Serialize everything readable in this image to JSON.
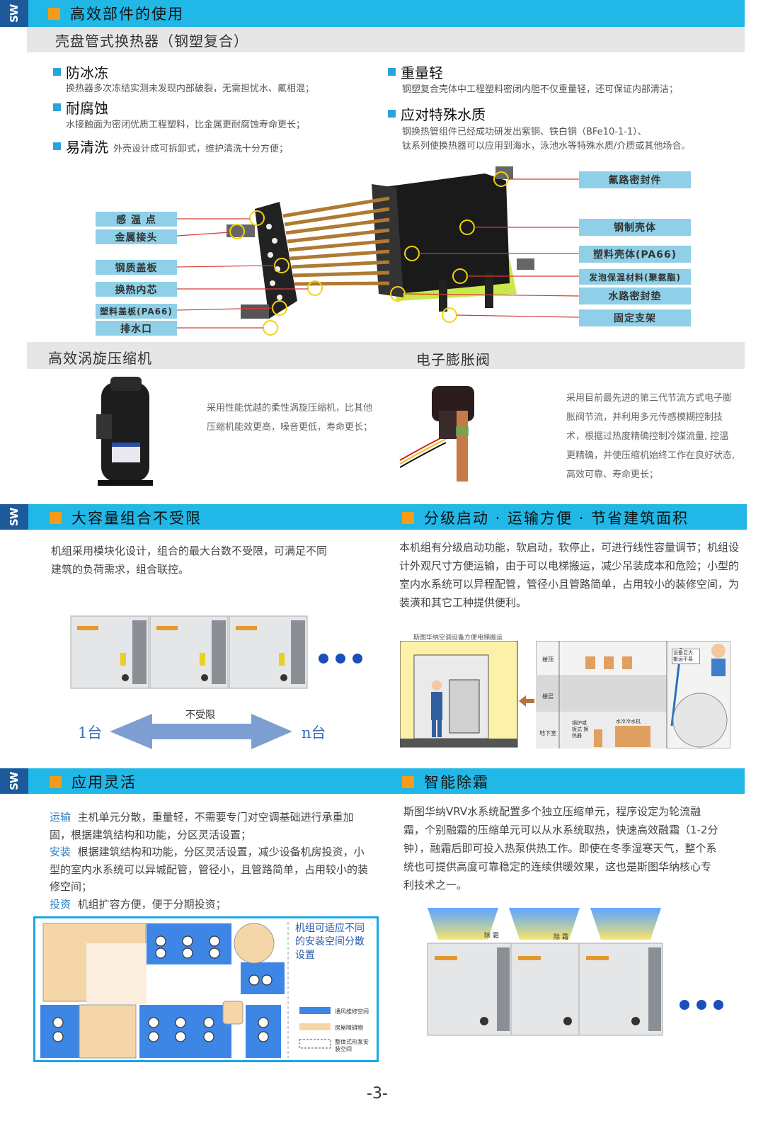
{
  "logo": "SW",
  "sec1": {
    "title": "高效部件的使用",
    "subtitle": "壳盘管式换热器（钢塑复合）",
    "features": [
      {
        "h": "防冰冻",
        "t": "换热器多次冻结实测未发现内部破裂，无需担忧水、氟相混；"
      },
      {
        "h": "耐腐蚀",
        "t": "水接触面为密闭优质工程塑料，比金属更耐腐蚀寿命更长；"
      },
      {
        "h": "易清洗",
        "t": "外壳设计成可拆卸式，维护清洗十分方便；"
      },
      {
        "h": "重量轻",
        "t": "钢塑复合壳体中工程塑料密闭内胆不仅重量轻，还可保证内部清洁；"
      },
      {
        "h": "应对特殊水质",
        "t1": "钢换热管组件已经成功研发出紫铜、铁白铜（BFe10-1-1）、",
        "t2": "钛系列使换热器可以应用到海水，泳池水等特殊水质/介质或其他场合。"
      }
    ],
    "labels_left": [
      "感 温 点",
      "金属接头",
      "钢质盖板",
      "换热内芯",
      "塑料盖板(PA66)",
      "排水口"
    ],
    "labels_right": [
      "氟路密封件",
      "钢制壳体",
      "塑料壳体(PA66)",
      "发泡保温材料(聚氨酯)",
      "水路密封垫",
      "固定支架"
    ]
  },
  "sec2": {
    "left_title": "高效涡旋压缩机",
    "right_title": "电子膨胀阀",
    "left_text": "采用性能优越的柔性涡旋压缩机，比其他压缩机能效更高，噪音更低，寿命更长；",
    "right_text": "采用目前最先进的第三代节流方式电子膨胀阀节流，并利用多元传感模糊控制技术，根据过热度精确控制冷媒流量, 控温更精确，并使压缩机始终工作在良好状态, 高效可靠、寿命更长；"
  },
  "sec3": {
    "left_title": "大容量组合不受限",
    "right_title": "分级启动 · 运输方便 · 节省建筑面积",
    "left_text": "机组采用模块化设计，组合的最大台数不受限，可满足不同建筑的负荷需求，组合联控。",
    "right_text": "本机组有分级启动功能，软启动，软停止，可进行线性容量调节；机组设计外观尺寸方便运输，由于可以电梯搬运，减少吊装成本和危险；小型的室内水系统可以异程配管，管径小且管路简单，占用较小的装修空间，为装潢和其它工种提供便利。",
    "arrow_label": "不受限",
    "arrow_left": "1台",
    "arrow_right": "n台",
    "elevator_caption": "斯图华纳空调设备方便电梯搬运",
    "floor_top": "楼顶",
    "floor_mid": "楼层",
    "floor_base": "地下室",
    "bubble": "设备巨大 搬运不易",
    "boiler": "锅炉或 板式 换热器",
    "chiller": "水冷冷水机"
  },
  "sec4": {
    "left_title": "应用灵活",
    "right_title": "智能除霜",
    "lines": [
      {
        "k": "运输",
        "t": "主机单元分散，重量轻，不需要专门对空调基础进行承重加固，根据建筑结构和功能，分区灵活设置；"
      },
      {
        "k": "安装",
        "t": "根据建筑结构和功能，分区灵活设置，减少设备机房投资，小型的室内水系统可以异城配管，管径小，且管路简单，占用较小的装修空间；"
      },
      {
        "k": "投资",
        "t": "机组扩容方便，便于分期投资；"
      }
    ],
    "right_text": "斯图华纳VRV水系统配置多个独立压缩单元，程序设定为轮流融霜，个别融霜的压缩单元可以从水系统取热，快速高效融霜（1-2分钟），融霜后即可投入热泵供热工作。即使在冬季湿寒天气，整个系统也可提供高度可靠稳定的连续供暖效果，这也是斯图华纳核心专利技术之一。",
    "plan_note": "机组可适应不同的安装空间分散设置",
    "legend": [
      "通风维修空间",
      "房屋障碍物",
      "整体式热泵安装空间"
    ],
    "defrost": "除 霜"
  },
  "page_number": "-3-",
  "colors": {
    "bar": "#21b7e6",
    "accent": "#f39b1a",
    "label": "#8fd0e8"
  }
}
